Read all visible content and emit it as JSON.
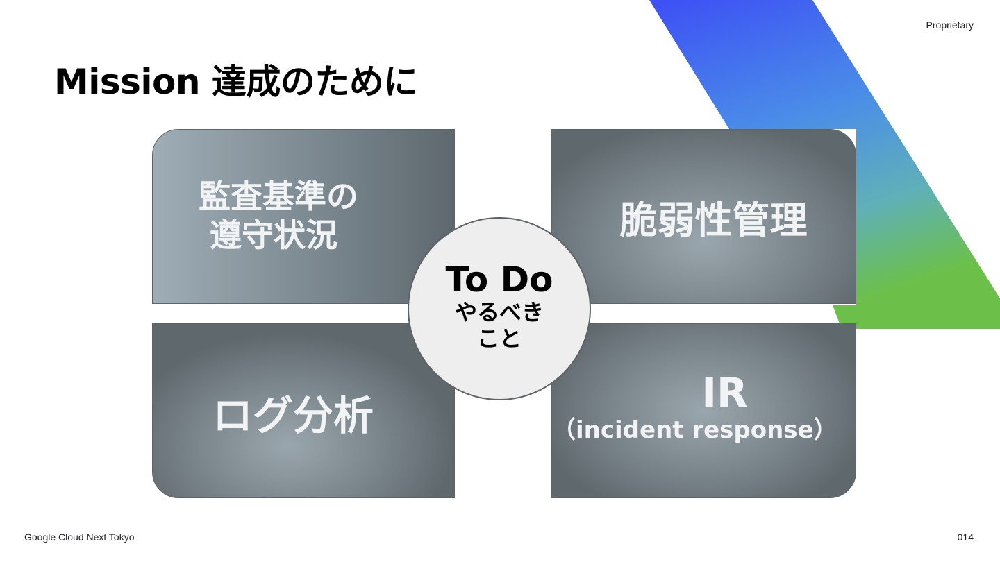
{
  "header": {
    "proprietary_label": "Proprietary",
    "title": "Mission 達成のために"
  },
  "quadrants": {
    "top_left": {
      "line1": "監査基準の",
      "line2": "遵守状況"
    },
    "top_right": {
      "label": "脆弱性管理"
    },
    "bottom_left": {
      "label": "ログ分析"
    },
    "bottom_right": {
      "main": "IR",
      "sub": "（incident response）"
    }
  },
  "center": {
    "title": "To Do",
    "subtitle": "やるべきこと"
  },
  "footer": {
    "event": "Google Cloud Next Tokyo",
    "page_number": "014"
  },
  "colors": {
    "band_blue": "#3d5afe",
    "band_mid": "#4a90e2",
    "band_green": "#6cc04a",
    "card_gray": "#7b868c",
    "circle_fill": "#eeeeee"
  }
}
